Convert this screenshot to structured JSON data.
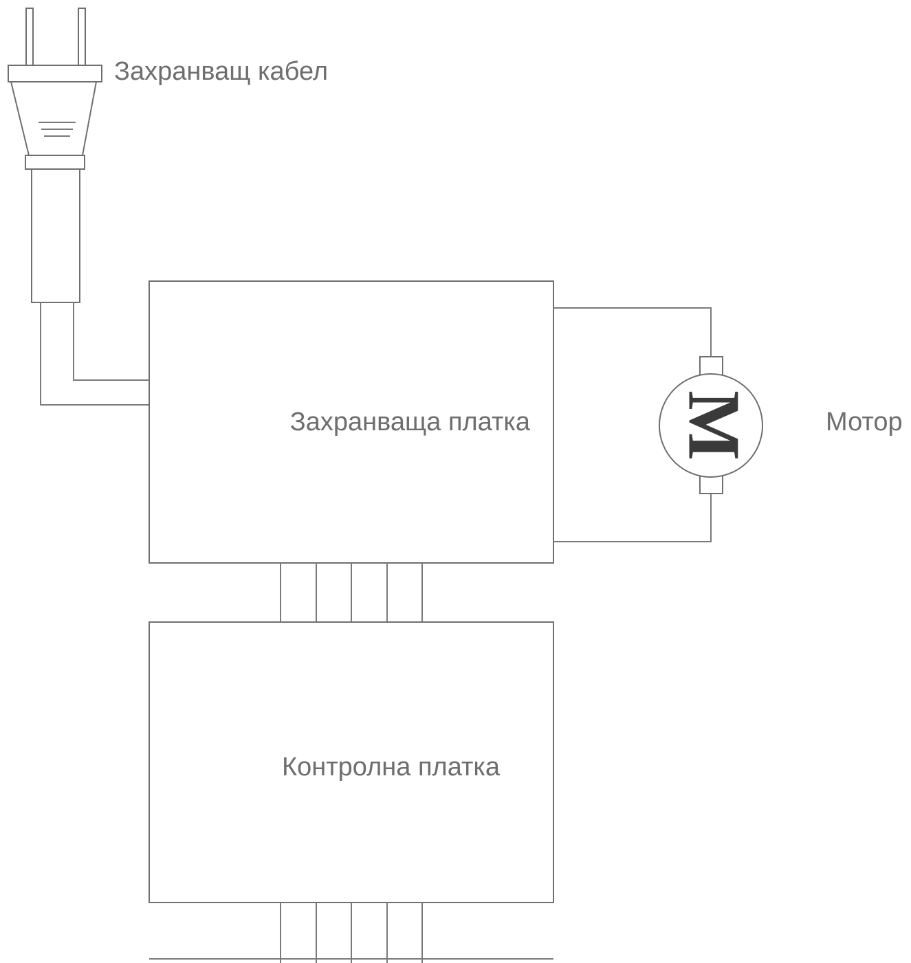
{
  "diagram": {
    "power_cable": {
      "label": "Захранващ кабел"
    },
    "power_board": {
      "label": "Захранваща платка"
    },
    "control_board": {
      "label": "Контролна платка"
    },
    "motor": {
      "label": "Мотор",
      "symbol": "M"
    }
  },
  "colors": {
    "line": "#7a7a7a",
    "text": "#6e6e6e",
    "background": "#ffffff"
  }
}
